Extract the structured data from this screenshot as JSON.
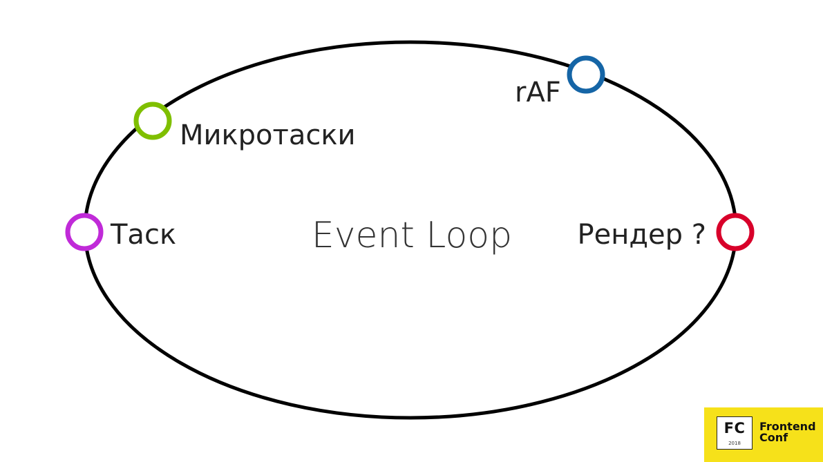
{
  "diagram": {
    "title": "Event Loop",
    "nodes": [
      {
        "id": "task",
        "label": "Таск",
        "color": "#c02ad8"
      },
      {
        "id": "microtasks",
        "label": "Микротаски",
        "color": "#7fbf00"
      },
      {
        "id": "raf",
        "label": "rAF",
        "color": "#1565a6"
      },
      {
        "id": "render",
        "label": "Рендер ?",
        "color": "#d8002a"
      }
    ],
    "loop_color": "#000000"
  },
  "logo": {
    "mark": "FC",
    "year": "2018",
    "name_line1": "Frontend",
    "name_line2": "Conf",
    "background": "#f6e11a"
  }
}
